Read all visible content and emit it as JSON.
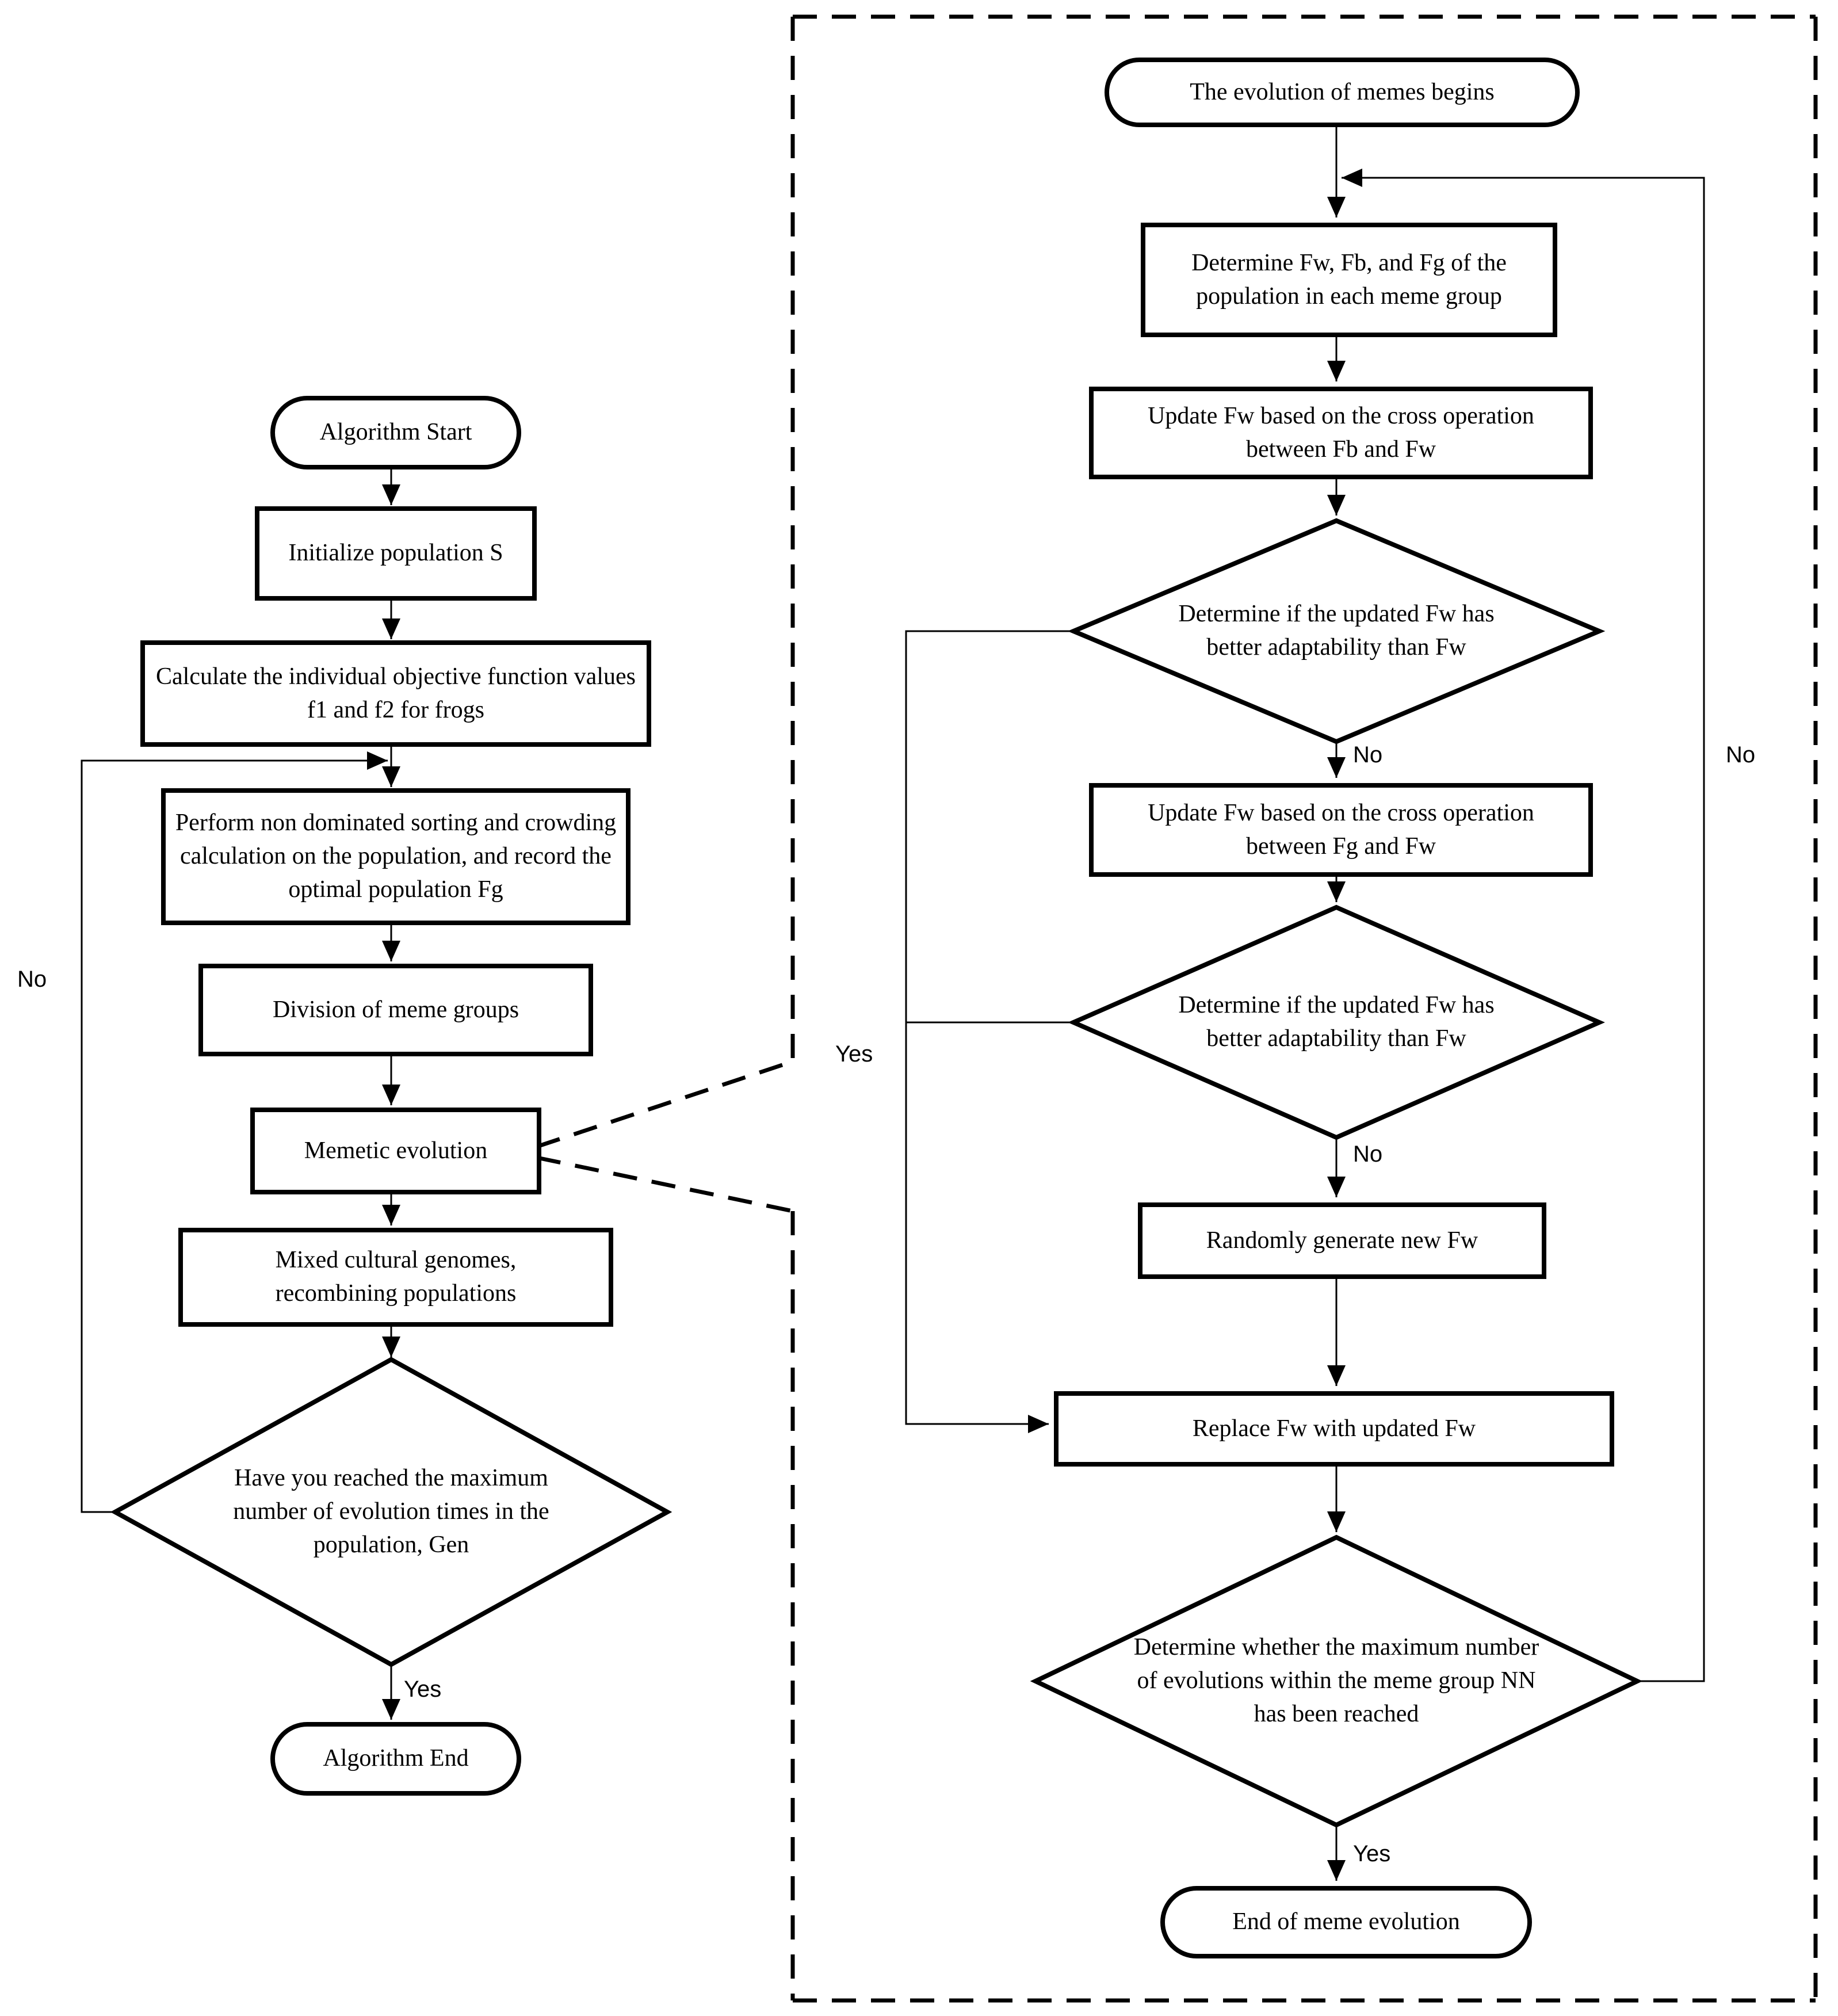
{
  "colors": {
    "ink": "#000000",
    "paper": "#ffffff"
  },
  "main_flow": {
    "start": "Algorithm Start",
    "initialize": "Initialize population S",
    "calculate": "Calculate the individual objective function values f1 and f2 for frogs",
    "sorting": "Perform non dominated sorting and crowding calculation on the population, and record the optimal population Fg",
    "division": "Division of meme groups",
    "memetic": "Memetic evolution",
    "mixed": "Mixed cultural genomes, recombining populations",
    "max_gen_decision": "Have you reached the maximum number of evolution times in the population, Gen",
    "end": "Algorithm End",
    "loop_no": "No",
    "end_yes": "Yes"
  },
  "meme_flow": {
    "begin": "The evolution of memes begins",
    "determine_fwfbfg": "Determine Fw, Fb, and Fg of the population in each meme group",
    "update_fb": "Update Fw based on the cross operation between Fb and Fw",
    "adapt_decision_1": "Determine if the updated Fw has better adaptability than Fw",
    "no_1": "No",
    "update_fg": "Update Fw based on the cross operation between Fg and Fw",
    "adapt_decision_2": "Determine if the updated Fw has better adaptability than Fw",
    "no_2": "No",
    "random_fw": "Randomly generate new Fw",
    "replace_fw": "Replace Fw with updated Fw",
    "max_nn_decision": "Determine whether the maximum number of evolutions within the meme group NN has been reached",
    "end_yes": "Yes",
    "end": "End of meme evolution",
    "yes_branch": "Yes",
    "no_branch": "No"
  }
}
